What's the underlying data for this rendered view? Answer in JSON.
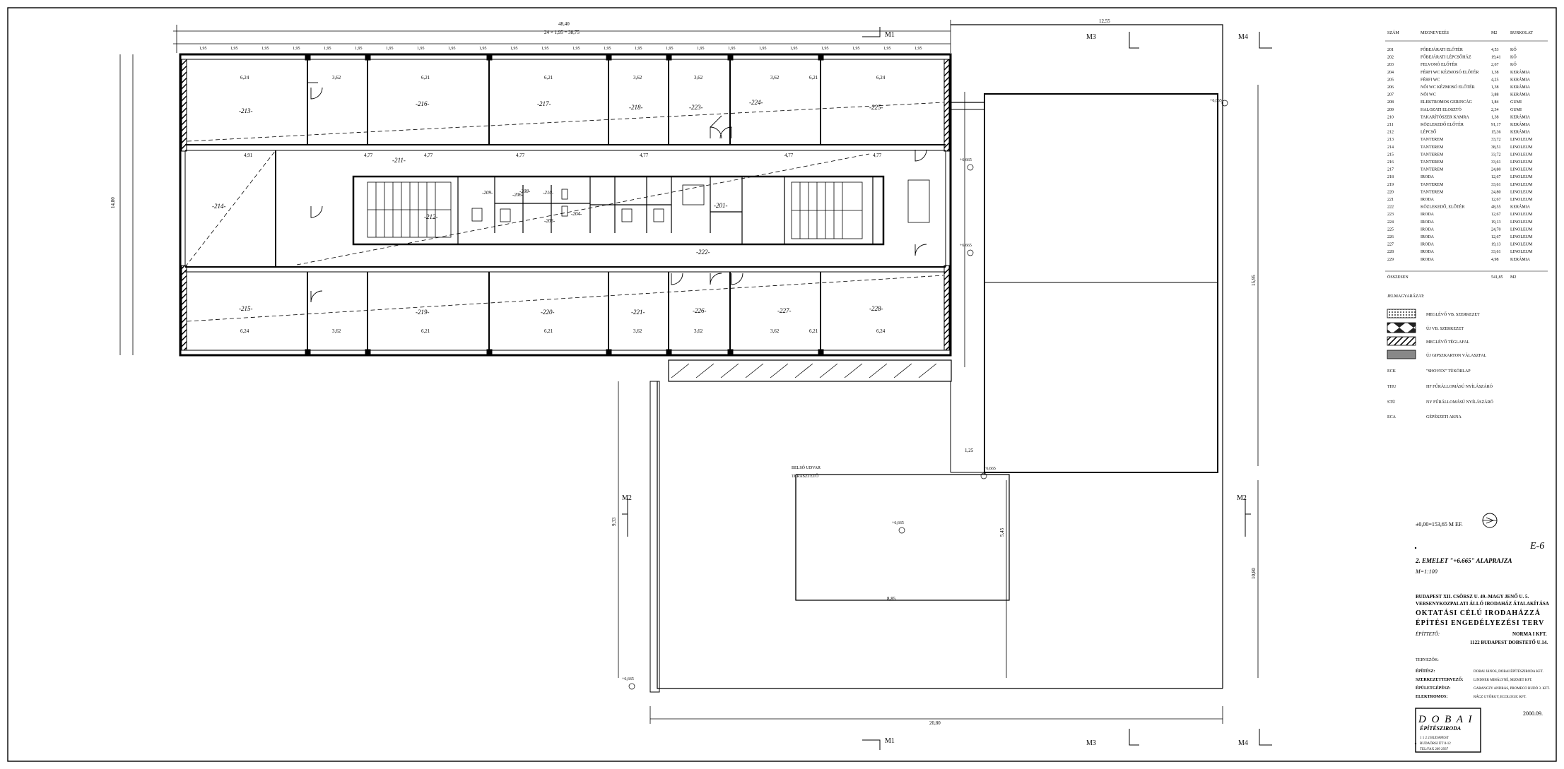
{
  "section_marks": {
    "m1": "M1",
    "m2": "M2",
    "m3": "M3",
    "m4": "M4"
  },
  "dims": {
    "total_width": "48,40",
    "modules": "24 × 1,95 = 38,75",
    "module": "1,95",
    "left_total": "14,80",
    "right_1": "12,55",
    "right_2": "9,33",
    "yard_w": "8,85",
    "bottom_total": "20,80",
    "side_1": "15,95",
    "side_2": "5,45",
    "side_3": "10,80",
    "small": "1,25"
  },
  "room_areas_upper": [
    "6,24",
    "3,62",
    "6,21",
    "6,21",
    "3,62",
    "3,62",
    "3,62",
    "6,21",
    "6,24"
  ],
  "room_areas_lower": [
    "6,24",
    "3,62",
    "6,21",
    "6,21",
    "3,62",
    "3,62",
    "3,62",
    "6,21",
    "6,24"
  ],
  "corridor_dims": [
    "4,91",
    "4,77",
    "4,77",
    "4,77",
    "4,77",
    "4,77",
    "4,77"
  ],
  "rooms": {
    "r211": "-211-",
    "r212": "-212-",
    "r213": "-213-",
    "r214": "-214-",
    "r215": "-215-",
    "r216": "-216-",
    "r217": "-217-",
    "r218": "-218-",
    "r219": "-219-",
    "r220": "-220-",
    "r221": "-221-",
    "r222": "-222-",
    "r223": "-223-",
    "r224": "-224-",
    "r225": "-225-",
    "r226": "-226-",
    "r227": "-227-",
    "r228": "-228-",
    "r201": "-201-",
    "r206": "-206-",
    "r208": "-208-",
    "r209": "-209-",
    "r210": "-210-",
    "r205": "-205-",
    "r204": "-204-"
  },
  "levels": {
    "l1": "+6,665",
    "l2": "+6,665",
    "l3": "+6,665",
    "l4": "+6,665",
    "l5": "+6,665",
    "l6": "+6,665"
  },
  "yard_label": "BELSŐ UDVAR",
  "yard_sub": "TERASZTETŐ",
  "schedule": {
    "headers": [
      "SZÁM",
      "MEGNEVEZÉS",
      "M2",
      "BURKOLAT"
    ],
    "rows": [
      [
        "201",
        "FŐBEJÁRATI ELŐTÉR",
        "4,53",
        "KŐ"
      ],
      [
        "202",
        "FŐBEJÁRATI LÉPCSŐHÁZ",
        "19,41",
        "KŐ"
      ],
      [
        "203",
        "FELVONÓ ELŐTÉR",
        "2,67",
        "KŐ"
      ],
      [
        "204",
        "FÉRFI WC KÉZMOSÓ ELŐTÉR",
        "1,38",
        "KERÁMIA"
      ],
      [
        "205",
        "FÉRFI WC",
        "4,25",
        "KERÁMIA"
      ],
      [
        "206",
        "NŐI WC KÉZMOSÓ ELŐTÉR",
        "1,38",
        "KERÁMIA"
      ],
      [
        "207",
        "NŐI WC",
        "3,88",
        "KERÁMIA"
      ],
      [
        "208",
        "ELEKTROMOS GERINCÁG",
        "1,84",
        "GUMI"
      ],
      [
        "209",
        "HALOZATI ELOSZTÓ",
        "2,34",
        "GUMI"
      ],
      [
        "210",
        "TAKARÍTÓSZER KAMRA",
        "1,38",
        "KERÁMIA"
      ],
      [
        "211",
        "KÖZLEKEDŐ ELŐTÉR",
        "91,17",
        "KERÁMIA"
      ],
      [
        "212",
        "LÉPCSŐ",
        "15,36",
        "KERÁMIA"
      ],
      [
        "213",
        "TANTEREM",
        "33,72",
        "LINOLEUM"
      ],
      [
        "214",
        "TANTEREM",
        "38,51",
        "LINOLEUM"
      ],
      [
        "215",
        "TANTEREM",
        "33,72",
        "LINOLEUM"
      ],
      [
        "216",
        "TANTEREM",
        "33,61",
        "LINOLEUM"
      ],
      [
        "217",
        "TANTEREM",
        "24,80",
        "LINOLEUM"
      ],
      [
        "218",
        "IRODA",
        "12,67",
        "LINOLEUM"
      ],
      [
        "219",
        "TANTEREM",
        "33,61",
        "LINOLEUM"
      ],
      [
        "220",
        "TANTEREM",
        "24,80",
        "LINOLEUM"
      ],
      [
        "221",
        "IRODA",
        "12,67",
        "LINOLEUM"
      ],
      [
        "222",
        "KÖZLEKEDŐ, ELŐTÉR",
        "48,55",
        "KERÁMIA"
      ],
      [
        "223",
        "IRODA",
        "12,67",
        "LINOLEUM"
      ],
      [
        "224",
        "IRODA",
        "19,13",
        "LINOLEUM"
      ],
      [
        "225",
        "IRODA",
        "24,70",
        "LINOLEUM"
      ],
      [
        "226",
        "IRODA",
        "12,67",
        "LINOLEUM"
      ],
      [
        "227",
        "IRODA",
        "19,13",
        "LINOLEUM"
      ],
      [
        "228",
        "IRODA",
        "33,61",
        "LINOLEUM"
      ],
      [
        "229",
        "IRODA",
        "4,98",
        "KERÁMIA"
      ]
    ],
    "total_label": "ÖSSZESEN",
    "total_value": "541,85",
    "total_unit": "M2"
  },
  "legend": {
    "title": "JELMAGYARÁZAT:",
    "items": [
      {
        "label": "MEGLÉVŐ VB. SZERKEZET",
        "pattern": "dots"
      },
      {
        "label": "ÚJ VB. SZERKEZET",
        "pattern": "cross"
      },
      {
        "label": "MEGLÉVŐ TÉGLAFAL",
        "pattern": "hatch"
      },
      {
        "label": "ÚJ GIPSZKARTON VÁLASZFAL",
        "pattern": "gray"
      }
    ],
    "abbr": [
      {
        "key": "ECK",
        "label": "\"SHOVEX\" TÜKÖRLAP"
      },
      {
        "key": "THU",
        "label": "HF FŰRÁLLOMÁSÚ NYÍLÁSZÁRÓ"
      },
      {
        "key": "STÜ",
        "label": "NY FŰRÁLLOMÁSÚ NYÍLÁSZÁRÓ"
      },
      {
        "key": "ECA",
        "label": "GÉPÉSZETI AKNA"
      }
    ]
  },
  "north": {
    "text": "±0,00=153,65 M  EF.",
    "symbol": "É"
  },
  "title_block": {
    "sheet_no": "E-6",
    "title": "2. EMELET \"+6.665\" ALAPRAJZA",
    "scale": "M=1:100",
    "address": "BUDAPEST XII. CSÖRSZ U. 49.-MAGY JENŐ U. 5.",
    "project_1": "VERSENYKOZPALATI ÁLLÓ IRODAHÁZ ÁTALAKÍTÁSA",
    "project_2": "OKTATÁSI CÉLÚ IRODAHÁZZÁ",
    "phase": "ÉPÍTÉSI ENGEDÉLYEZÉSI TERV",
    "client_label": "ÉPÍTTETŐ:",
    "client_1": "NORMA I KFT.",
    "client_2": "1122 BUDAPEST DOBSTETŐ U.14.",
    "designers_label": "TERVEZŐK:",
    "designers": [
      {
        "role": "ÉPÍTÉSZ:",
        "name": "DOBAI JÁNOS, DOBAI ÉPÍTÉSZIRODA KFT."
      },
      {
        "role": "SZERKEZETTERVEZŐ:",
        "name": "LINDNER MIHÁLYNÉ, MIZMET KFT."
      },
      {
        "role": "ÉPÜLETGÉPÉSZ:",
        "name": "GARANCZY ANDRÁS, PROMECO BUDÓ 3. KFT."
      },
      {
        "role": "ELEKTROMOS:",
        "name": "RÁCZ GYÖRGY, ECOLOGIC KFT."
      }
    ],
    "date": "2000.09.",
    "office_name": "D O B A I",
    "office_sub": "ÉPÍTÉSZIRODA",
    "office_addr_1": "1 1 2 2  BUDAPEST",
    "office_addr_2": "BUDAÖRSI ÚT 8-12",
    "office_tel": "TEL/FAX 209 2937"
  },
  "colors": {
    "line": "#000000",
    "hatch": "#444444",
    "paper": "#ffffff"
  }
}
